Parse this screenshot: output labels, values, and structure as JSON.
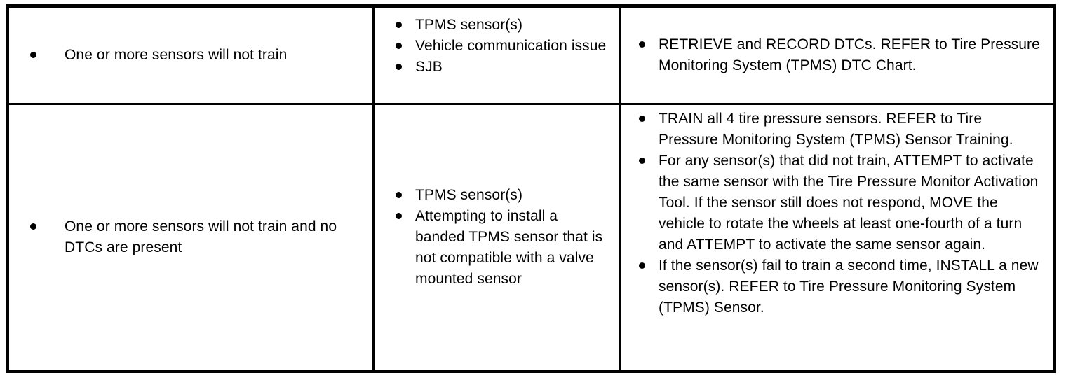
{
  "document": {
    "type": "symptom-chart-table",
    "border_color": "#000000",
    "background_color": "#ffffff",
    "text_color": "#000000"
  },
  "table": {
    "columns": [
      {
        "key": "symptom",
        "name": "symptom-column"
      },
      {
        "key": "sources",
        "name": "possible-sources-column"
      },
      {
        "key": "actions",
        "name": "actions-column"
      }
    ],
    "rows": [
      {
        "id": "row-1",
        "symptom": [
          "One or more sensors will not train"
        ],
        "sources": [
          "TPMS sensor(s)",
          "Vehicle communication issue",
          "SJB"
        ],
        "actions": [
          "RETRIEVE and RECORD DTCs. REFER to Tire Pressure Monitoring System (TPMS) DTC Chart."
        ]
      },
      {
        "id": "row-2",
        "symptom": [
          "One or more sensors will not train and no DTCs are present"
        ],
        "sources": [
          "TPMS sensor(s)",
          "Attempting to install a banded TPMS sensor that is not compatible with a valve mounted sensor"
        ],
        "actions": [
          "TRAIN all 4 tire pressure sensors. REFER to Tire Pressure Monitoring System (TPMS) Sensor Training.",
          "For any sensor(s) that did not train, ATTEMPT to activate the same sensor with the Tire Pressure Monitor Activation Tool. If the sensor still does not respond, MOVE the vehicle to rotate the wheels at least one-fourth of a turn and ATTEMPT to activate the same sensor again.",
          "If the sensor(s) fail to train a second time, INSTALL a new sensor(s). REFER to Tire Pressure Monitoring System (TPMS) Sensor."
        ]
      }
    ]
  }
}
